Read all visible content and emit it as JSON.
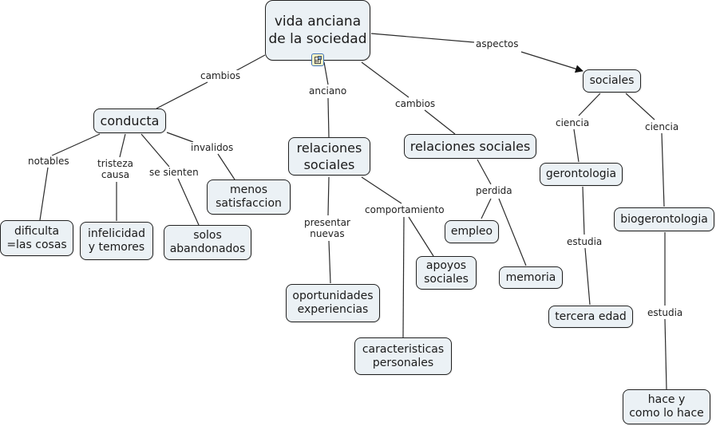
{
  "concept_map": {
    "root": "vida anciana\nde la sociedad",
    "nodes": {
      "conducta": "conducta",
      "relaciones_sociales_1": "relaciones\nsociales",
      "relaciones_sociales_2": "relaciones sociales",
      "sociales": "sociales",
      "dificulta": "dificulta\n=las cosas",
      "infelicidad": "infelicidad\ny temores",
      "solos": "solos\nabandonados",
      "menos_satisfaccion": "menos\nsatisfaccion",
      "oportunidades": "oportunidades\nexperiencias",
      "caracteristicas": "caracteristicas\npersonales",
      "apoyos": "apoyos\nsociales",
      "empleo": "empleo",
      "memoria": "memoria",
      "gerontologia": "gerontologia",
      "biogerontologia": "biogerontologia",
      "tercera_edad": "tercera edad",
      "hace_y_como": "hace y\ncomo lo hace"
    },
    "link_labels": {
      "cambios_left": "cambios",
      "anciano": "anciano",
      "cambios_right": "cambios",
      "aspectos": "aspectos",
      "notables": "notables",
      "tristeza_causa": "tristeza\ncausa",
      "se_sienten": "se sienten",
      "invalidos": "invalidos",
      "presentar_nuevas": "presentar\nnuevas",
      "comportamiento": "comportamiento",
      "perdida": "perdida",
      "ciencia_left": "ciencia",
      "ciencia_right": "ciencia",
      "estudia_left": "estudia",
      "estudia_right": "estudia"
    },
    "resource_icon": "attached-resource-icon"
  }
}
